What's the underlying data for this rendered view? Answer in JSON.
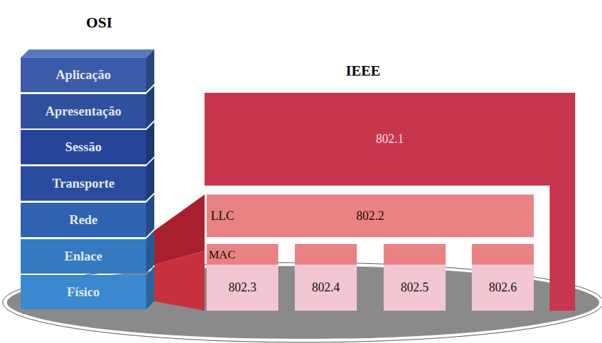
{
  "diagram": {
    "nodes": [
      {
        "text": [
          "OSI"
        ]
      },
      {
        "text": [
          "Aplicação"
        ],
        "in": 0
      },
      {
        "text": [
          "Apresentação"
        ],
        "in": 0
      },
      {
        "text": [
          "Sessão"
        ],
        "in": 0
      },
      {
        "text": [
          "Transporte"
        ],
        "in": 0
      },
      {
        "text": [
          "Rede"
        ],
        "in": 0
      },
      {
        "text": [
          "Enlace"
        ],
        "in": 0
      },
      {
        "text": [
          "Físico"
        ],
        "in": 0
      },
      {
        "text": [
          "IEEE",
          "802.1"
        ]
      },
      {
        "text": [
          "LLC",
          "802.2"
        ],
        "in": 8
      },
      {
        "text": [
          "MAC",
          "802.3"
        ],
        "in": 8
      },
      {
        "text": [
          "802.4"
        ],
        "in": 8
      },
      {
        "text": [
          "802.5"
        ],
        "in": 8
      },
      {
        "text": [
          "802.6"
        ],
        "in": 8
      }
    ]
  }
}
